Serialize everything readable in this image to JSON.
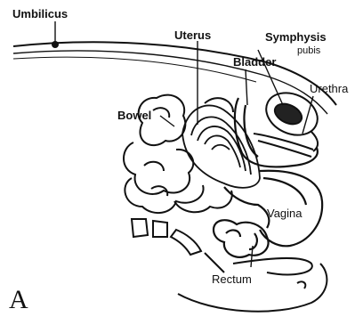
{
  "figure": {
    "panel_letter": "A",
    "labels": {
      "umbilicus": "Umbilicus",
      "uterus": "Uterus",
      "symphysis": "Symphysis",
      "pubis": "pubis",
      "bladder": "Bladder",
      "urethra": "Urethra",
      "bowel": "Bowel",
      "vagina": "Vagina",
      "rectum": "Rectum"
    }
  }
}
